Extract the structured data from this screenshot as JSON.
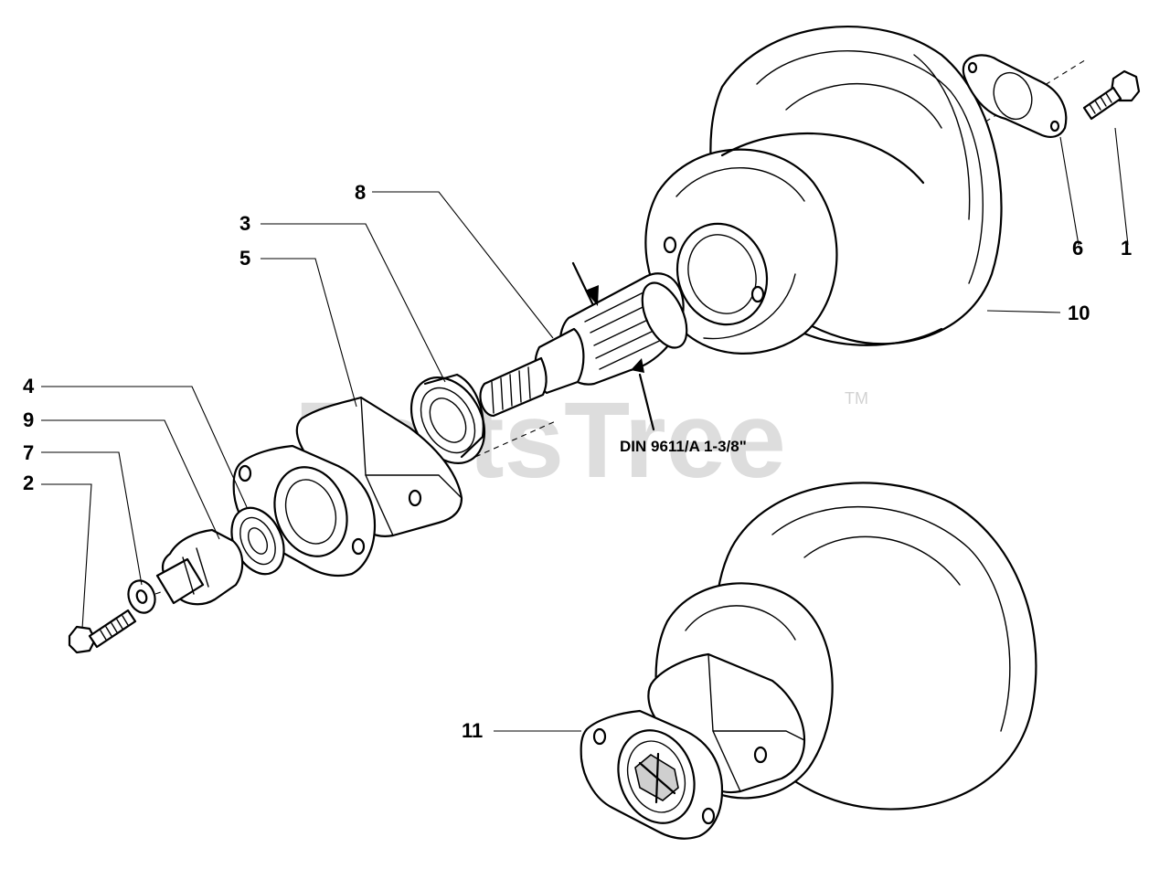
{
  "watermark": {
    "text": "PartsTree",
    "trademark": "TM"
  },
  "spec_label": "DIN 9611/A 1-3/8\"",
  "callouts": [
    {
      "id": "1",
      "label": "1"
    },
    {
      "id": "2",
      "label": "2"
    },
    {
      "id": "3",
      "label": "3"
    },
    {
      "id": "4",
      "label": "4"
    },
    {
      "id": "5",
      "label": "5"
    },
    {
      "id": "6",
      "label": "6"
    },
    {
      "id": "7",
      "label": "7"
    },
    {
      "id": "8",
      "label": "8"
    },
    {
      "id": "9",
      "label": "9"
    },
    {
      "id": "10",
      "label": "10"
    },
    {
      "id": "11",
      "label": "11"
    }
  ],
  "icons": [
    "bolt-icon",
    "washer-icon",
    "bearing-icon",
    "flange-icon",
    "spline-shaft-icon",
    "gearbox-housing-icon"
  ],
  "colors": {
    "line": "#000000",
    "watermark": "#d2d2d2",
    "background": "#ffffff"
  }
}
